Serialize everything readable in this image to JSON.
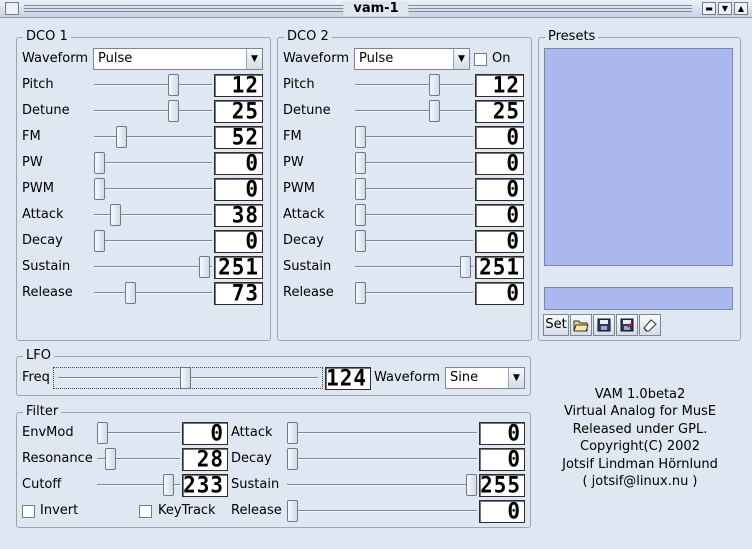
{
  "window": {
    "title": "vam-1"
  },
  "dco1": {
    "title": "DCO 1",
    "waveform_label": "Waveform",
    "waveform_value": "Pulse",
    "rows": [
      {
        "label": "Pitch",
        "value": "12",
        "level": 0.69
      },
      {
        "label": "Detune",
        "value": "25",
        "level": 0.69
      },
      {
        "label": "FM",
        "value": "52",
        "level": 0.21
      },
      {
        "label": "PW",
        "value": "0",
        "level": 0
      },
      {
        "label": "PWM",
        "value": "0",
        "level": 0
      },
      {
        "label": "Attack",
        "value": "38",
        "level": 0.15
      },
      {
        "label": "Decay",
        "value": "0",
        "level": 0
      },
      {
        "label": "Sustain",
        "value": "251",
        "level": 0.98
      },
      {
        "label": "Release",
        "value": "73",
        "level": 0.29
      }
    ]
  },
  "dco2": {
    "title": "DCO 2",
    "waveform_label": "Waveform",
    "waveform_value": "Pulse",
    "on_label": "On",
    "rows": [
      {
        "label": "Pitch",
        "value": "12",
        "level": 0.69
      },
      {
        "label": "Detune",
        "value": "25",
        "level": 0.69
      },
      {
        "label": "FM",
        "value": "0",
        "level": 0
      },
      {
        "label": "PW",
        "value": "0",
        "level": 0
      },
      {
        "label": "PWM",
        "value": "0",
        "level": 0
      },
      {
        "label": "Attack",
        "value": "0",
        "level": 0
      },
      {
        "label": "Decay",
        "value": "0",
        "level": 0
      },
      {
        "label": "Sustain",
        "value": "251",
        "level": 0.98
      },
      {
        "label": "Release",
        "value": "0",
        "level": 0
      }
    ]
  },
  "presets": {
    "title": "Presets",
    "set_label": "Set",
    "icons": [
      "open-folder-icon",
      "save-icon",
      "save-as-icon",
      "eraser-icon"
    ]
  },
  "lfo": {
    "title": "LFO",
    "freq_label": "Freq",
    "freq_value": "124",
    "freq_level": 0.49,
    "waveform_label": "Waveform",
    "waveform_value": "Sine"
  },
  "filter": {
    "title": "Filter",
    "left_rows": [
      {
        "label": "EnvMod",
        "value": "0",
        "level": 0
      },
      {
        "label": "Resonance",
        "value": "28",
        "level": 0.11
      },
      {
        "label": "Cutoff",
        "value": "233",
        "level": 0.91
      }
    ],
    "right_rows": [
      {
        "label": "Attack",
        "value": "0",
        "level": 0
      },
      {
        "label": "Decay",
        "value": "0",
        "level": 0
      },
      {
        "label": "Sustain",
        "value": "255",
        "level": 1.0
      },
      {
        "label": "Release",
        "value": "0",
        "level": 0
      }
    ],
    "invert_label": "Invert",
    "keytrack_label": "KeyTrack"
  },
  "about": {
    "lines": [
      "VAM 1.0beta2",
      "Virtual Analog for MusE",
      "Released under GPL.",
      "Copyright(C) 2002",
      "Jotsif Lindman Hörnlund",
      "( jotsif@linux.nu )"
    ]
  }
}
